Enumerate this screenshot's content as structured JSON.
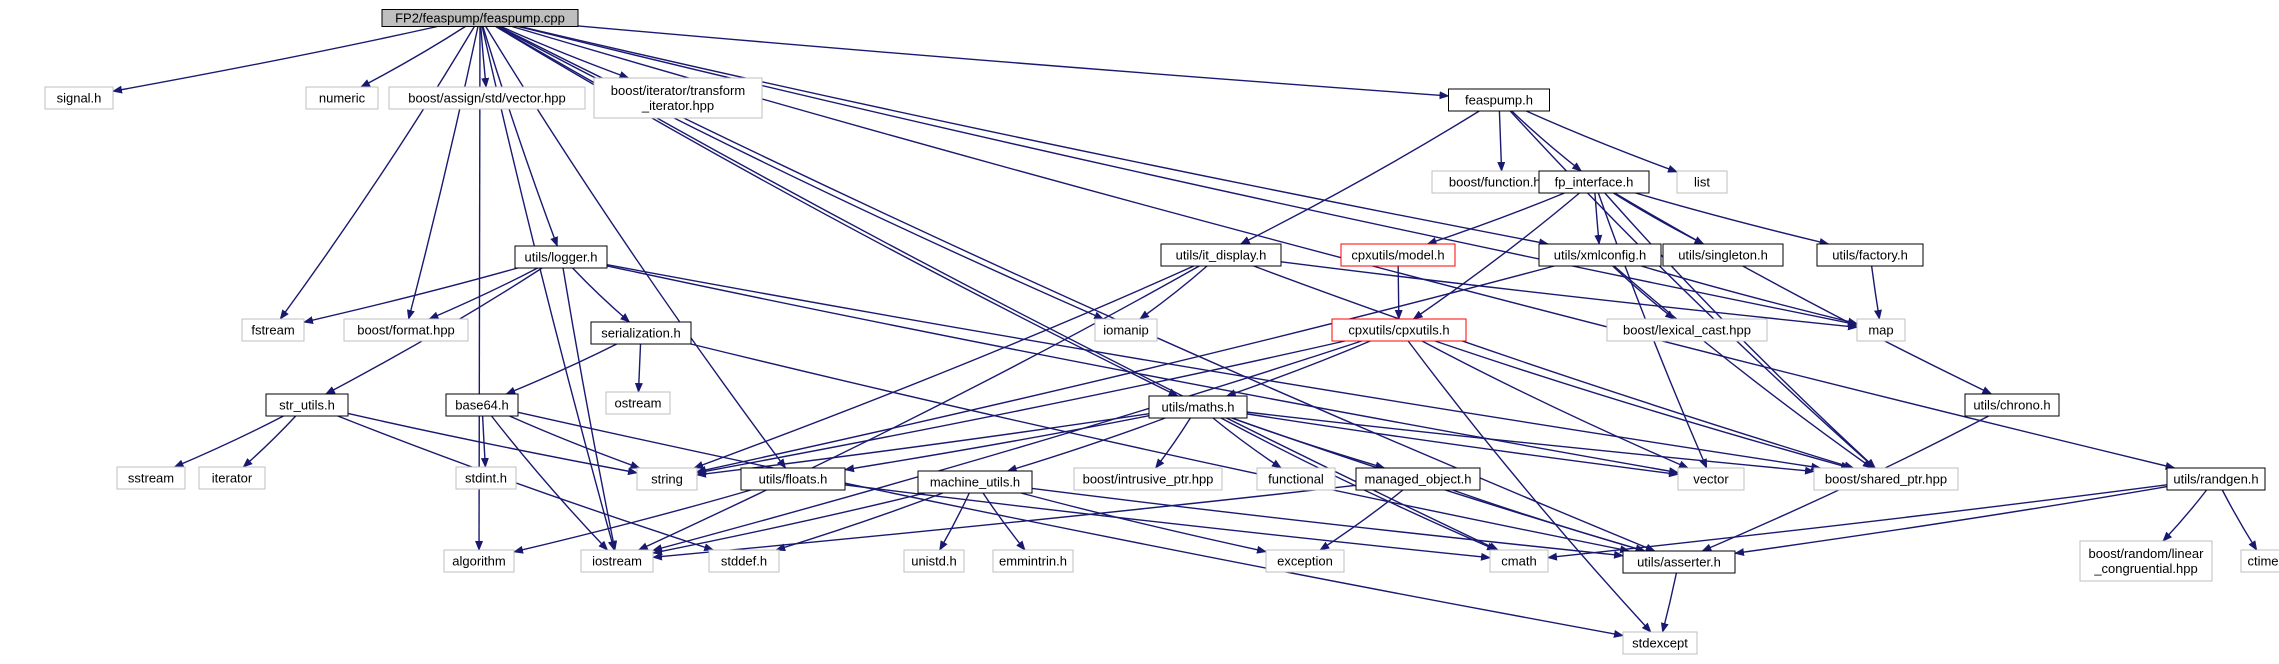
{
  "colors": {
    "edge": "#191970",
    "root_fill": "#bfbfbf",
    "documented_border": "#000000",
    "undocumented_border": "#bfbfbf",
    "incomplete_border": "#ff0000"
  },
  "nodes": [
    {
      "id": "root",
      "label": "FP2/feaspump/feaspump.cpp",
      "kind": "root"
    },
    {
      "id": "signal_h",
      "label": "signal.h",
      "kind": "external"
    },
    {
      "id": "numeric",
      "label": "numeric",
      "kind": "external"
    },
    {
      "id": "boost_vector",
      "label": "boost/assign/std/vector.hpp",
      "kind": "external"
    },
    {
      "id": "boost_transform",
      "label": "boost/iterator/transform\n_iterator.hpp",
      "kind": "external"
    },
    {
      "id": "feaspump_h",
      "label": "feaspump.h",
      "kind": "documented"
    },
    {
      "id": "boost_function",
      "label": "boost/function.hpp",
      "kind": "external"
    },
    {
      "id": "fp_interface",
      "label": "fp_interface.h",
      "kind": "documented"
    },
    {
      "id": "list",
      "label": "list",
      "kind": "external"
    },
    {
      "id": "it_display",
      "label": "utils/it_display.h",
      "kind": "documented"
    },
    {
      "id": "cpx_model",
      "label": "cpxutils/model.h",
      "kind": "incomplete"
    },
    {
      "id": "xmlconfig",
      "label": "utils/xmlconfig.h",
      "kind": "documented"
    },
    {
      "id": "singleton",
      "label": "utils/singleton.h",
      "kind": "documented"
    },
    {
      "id": "factory",
      "label": "utils/factory.h",
      "kind": "documented"
    },
    {
      "id": "logger",
      "label": "utils/logger.h",
      "kind": "documented"
    },
    {
      "id": "fstream",
      "label": "fstream",
      "kind": "external"
    },
    {
      "id": "boost_format",
      "label": "boost/format.hpp",
      "kind": "external"
    },
    {
      "id": "serialization",
      "label": "serialization.h",
      "kind": "documented"
    },
    {
      "id": "iomanip",
      "label": "iomanip",
      "kind": "external"
    },
    {
      "id": "cpxutils",
      "label": "cpxutils/cpxutils.h",
      "kind": "incomplete"
    },
    {
      "id": "boost_lexical",
      "label": "boost/lexical_cast.hpp",
      "kind": "external"
    },
    {
      "id": "map",
      "label": "map",
      "kind": "external"
    },
    {
      "id": "ostream",
      "label": "ostream",
      "kind": "external"
    },
    {
      "id": "str_utils",
      "label": "str_utils.h",
      "kind": "documented"
    },
    {
      "id": "base64",
      "label": "base64.h",
      "kind": "documented"
    },
    {
      "id": "maths",
      "label": "utils/maths.h",
      "kind": "documented"
    },
    {
      "id": "chrono",
      "label": "utils/chrono.h",
      "kind": "documented"
    },
    {
      "id": "sstream",
      "label": "sstream",
      "kind": "external"
    },
    {
      "id": "iterator",
      "label": "iterator",
      "kind": "external"
    },
    {
      "id": "stdint",
      "label": "stdint.h",
      "kind": "external"
    },
    {
      "id": "string",
      "label": "string",
      "kind": "external"
    },
    {
      "id": "floats",
      "label": "utils/floats.h",
      "kind": "documented"
    },
    {
      "id": "boost_intrusive",
      "label": "boost/intrusive_ptr.hpp",
      "kind": "external"
    },
    {
      "id": "functional",
      "label": "functional",
      "kind": "external"
    },
    {
      "id": "managed_object",
      "label": "managed_object.h",
      "kind": "documented"
    },
    {
      "id": "vector",
      "label": "vector",
      "kind": "external"
    },
    {
      "id": "shared_ptr",
      "label": "boost/shared_ptr.hpp",
      "kind": "external"
    },
    {
      "id": "randgen",
      "label": "utils/randgen.h",
      "kind": "documented"
    },
    {
      "id": "machine_utils",
      "label": "machine_utils.h",
      "kind": "documented"
    },
    {
      "id": "algorithm",
      "label": "algorithm",
      "kind": "external"
    },
    {
      "id": "iostream",
      "label": "iostream",
      "kind": "external"
    },
    {
      "id": "stddef",
      "label": "stddef.h",
      "kind": "external"
    },
    {
      "id": "unistd",
      "label": "unistd.h",
      "kind": "external"
    },
    {
      "id": "emmintrin",
      "label": "emmintrin.h",
      "kind": "external"
    },
    {
      "id": "exception",
      "label": "exception",
      "kind": "external"
    },
    {
      "id": "cmath",
      "label": "cmath",
      "kind": "external"
    },
    {
      "id": "asserter",
      "label": "utils/asserter.h",
      "kind": "documented"
    },
    {
      "id": "boost_random",
      "label": "boost/random/linear\n_congruential.hpp",
      "kind": "external"
    },
    {
      "id": "ctime",
      "label": "ctime",
      "kind": "external"
    },
    {
      "id": "stdexcept",
      "label": "stdexcept",
      "kind": "external"
    }
  ],
  "edges": [
    [
      "root",
      "signal_h"
    ],
    [
      "root",
      "numeric"
    ],
    [
      "root",
      "boost_vector"
    ],
    [
      "root",
      "boost_transform"
    ],
    [
      "root",
      "feaspump_h"
    ],
    [
      "root",
      "logger"
    ],
    [
      "root",
      "fstream"
    ],
    [
      "root",
      "boost_format"
    ],
    [
      "root",
      "floats"
    ],
    [
      "root",
      "iomanip"
    ],
    [
      "root",
      "maths"
    ],
    [
      "root",
      "xmlconfig"
    ],
    [
      "root",
      "map"
    ],
    [
      "root",
      "randgen"
    ],
    [
      "root",
      "asserter"
    ],
    [
      "root",
      "cmath"
    ],
    [
      "root",
      "algorithm"
    ],
    [
      "root",
      "iostream"
    ],
    [
      "feaspump_h",
      "boost_function"
    ],
    [
      "feaspump_h",
      "fp_interface"
    ],
    [
      "feaspump_h",
      "list"
    ],
    [
      "feaspump_h",
      "it_display"
    ],
    [
      "feaspump_h",
      "shared_ptr"
    ],
    [
      "fp_interface",
      "cpx_model"
    ],
    [
      "fp_interface",
      "xmlconfig"
    ],
    [
      "fp_interface",
      "singleton"
    ],
    [
      "fp_interface",
      "factory"
    ],
    [
      "fp_interface",
      "cpxutils"
    ],
    [
      "fp_interface",
      "chrono"
    ],
    [
      "fp_interface",
      "vector"
    ],
    [
      "fp_interface",
      "shared_ptr"
    ],
    [
      "it_display",
      "iomanip"
    ],
    [
      "it_display",
      "map"
    ],
    [
      "it_display",
      "string"
    ],
    [
      "it_display",
      "iostream"
    ],
    [
      "it_display",
      "shared_ptr"
    ],
    [
      "cpx_model",
      "cpxutils"
    ],
    [
      "xmlconfig",
      "boost_lexical"
    ],
    [
      "xmlconfig",
      "map"
    ],
    [
      "xmlconfig",
      "string"
    ],
    [
      "xmlconfig",
      "shared_ptr"
    ],
    [
      "factory",
      "map"
    ],
    [
      "logger",
      "fstream"
    ],
    [
      "logger",
      "boost_format"
    ],
    [
      "logger",
      "serialization"
    ],
    [
      "logger",
      "str_utils"
    ],
    [
      "logger",
      "iostream"
    ],
    [
      "logger",
      "vector"
    ],
    [
      "logger",
      "shared_ptr"
    ],
    [
      "serialization",
      "ostream"
    ],
    [
      "serialization",
      "base64"
    ],
    [
      "serialization",
      "asserter"
    ],
    [
      "cpxutils",
      "maths"
    ],
    [
      "cpxutils",
      "string"
    ],
    [
      "cpxutils",
      "iostream"
    ],
    [
      "cpxutils",
      "vector"
    ],
    [
      "cpxutils",
      "shared_ptr"
    ],
    [
      "cpxutils",
      "stdexcept"
    ],
    [
      "str_utils",
      "sstream"
    ],
    [
      "str_utils",
      "iterator"
    ],
    [
      "str_utils",
      "string"
    ],
    [
      "str_utils",
      "stddef"
    ],
    [
      "base64",
      "stdint"
    ],
    [
      "base64",
      "string"
    ],
    [
      "base64",
      "iostream"
    ],
    [
      "base64",
      "stdexcept"
    ],
    [
      "maths",
      "string"
    ],
    [
      "maths",
      "floats"
    ],
    [
      "maths",
      "machine_utils"
    ],
    [
      "maths",
      "boost_intrusive"
    ],
    [
      "maths",
      "functional"
    ],
    [
      "maths",
      "managed_object"
    ],
    [
      "maths",
      "vector"
    ],
    [
      "maths",
      "shared_ptr"
    ],
    [
      "maths",
      "cmath"
    ],
    [
      "maths",
      "asserter"
    ],
    [
      "chrono",
      "asserter"
    ],
    [
      "floats",
      "cmath"
    ],
    [
      "floats",
      "algorithm"
    ],
    [
      "machine_utils",
      "iostream"
    ],
    [
      "machine_utils",
      "stddef"
    ],
    [
      "machine_utils",
      "unistd"
    ],
    [
      "machine_utils",
      "emmintrin"
    ],
    [
      "machine_utils",
      "exception"
    ],
    [
      "machine_utils",
      "asserter"
    ],
    [
      "managed_object",
      "exception"
    ],
    [
      "managed_object",
      "asserter"
    ],
    [
      "managed_object",
      "iostream"
    ],
    [
      "randgen",
      "boost_random"
    ],
    [
      "randgen",
      "ctime"
    ],
    [
      "randgen",
      "asserter"
    ],
    [
      "randgen",
      "cmath"
    ],
    [
      "asserter",
      "stdexcept"
    ]
  ]
}
